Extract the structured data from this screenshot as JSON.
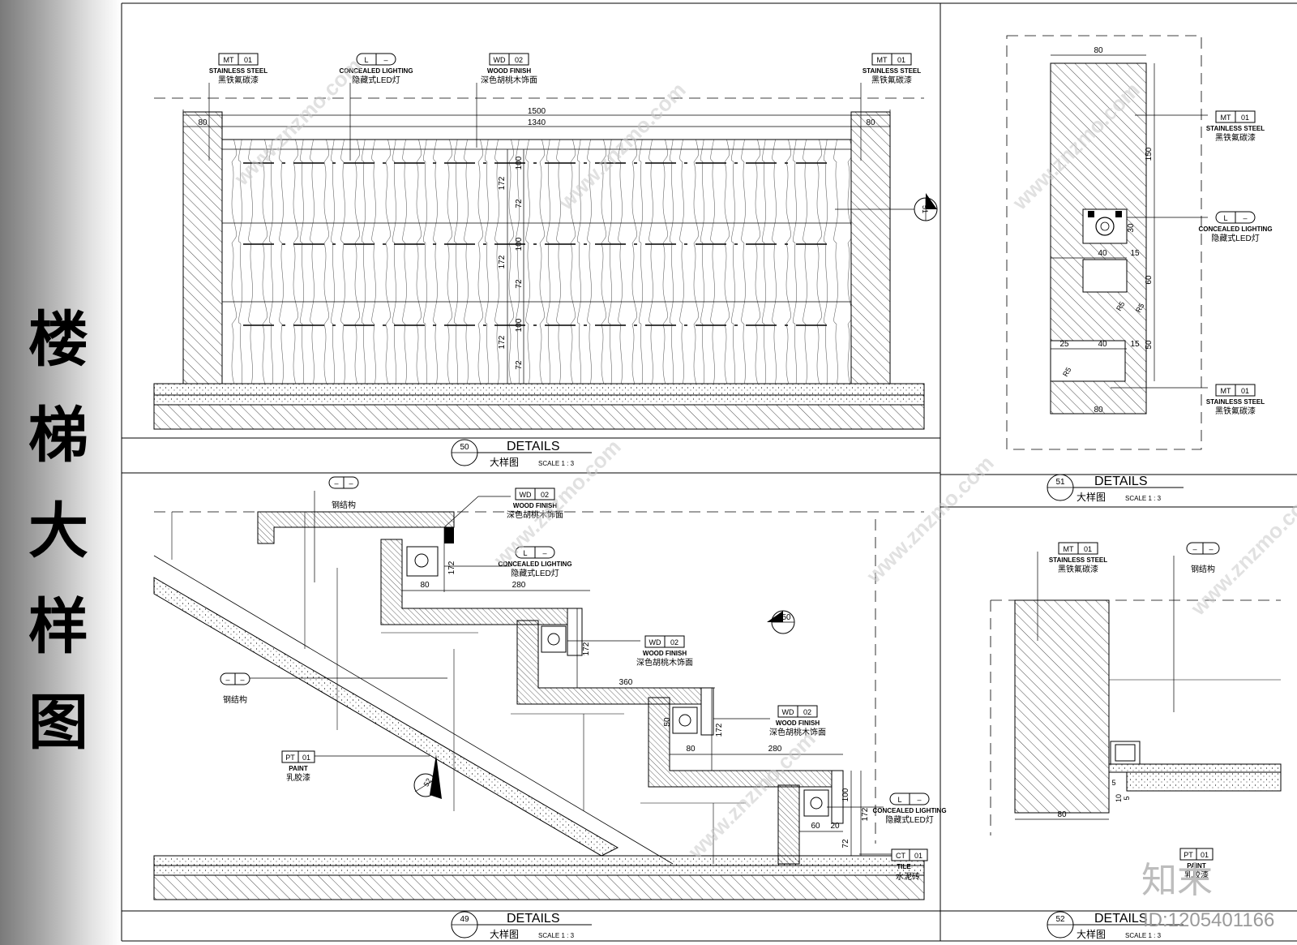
{
  "sidebar": {
    "title": "楼梯大样图"
  },
  "tags": {
    "stainless": {
      "code": "MT",
      "num": "01",
      "en": "STAINLESS STEEL",
      "cn": "黑铁氟碳漆"
    },
    "lighting": {
      "code": "L",
      "num": "–",
      "en": "CONCEALED LIGHTING",
      "cn": "隐藏式LED灯"
    },
    "wood": {
      "code": "WD",
      "num": "02",
      "en": "WOOD FINISH",
      "cn": "深色胡桃木饰面"
    },
    "paint": {
      "code": "PT",
      "num": "01",
      "en": "PAINT",
      "cn": "乳胶漆"
    },
    "tile": {
      "code": "CT",
      "num": "01",
      "en": "TILE",
      "cn": "水泥砖"
    },
    "steel": {
      "code": "–",
      "num": "–",
      "cn": "钢结构"
    }
  },
  "captions": {
    "d50": {
      "num": "50",
      "title": "DETAILS",
      "cn": "大样图",
      "scale": "SCALE 1 : 3"
    },
    "d51": {
      "num": "51",
      "title": "DETAILS",
      "cn": "大样图",
      "scale": "SCALE 1 : 3"
    },
    "d49": {
      "num": "49",
      "title": "DETAILS",
      "cn": "大样图",
      "scale": "SCALE 1 : 3"
    },
    "d52": {
      "num": "52",
      "title": "DETAILS",
      "cn": "大样图",
      "scale": "SCALE 1 : 3"
    }
  },
  "section_markers": {
    "m51": "51",
    "m50": "50",
    "m52": "52"
  },
  "dims_50": {
    "overall": "1500",
    "inner": "1340",
    "left_w": "80",
    "right_w": "80",
    "v172a": "172",
    "v172b": "172",
    "v172c": "172",
    "v100a": "100",
    "v100b": "100",
    "v100c": "100",
    "v72a": "72",
    "v72b": "72",
    "v72c": "72"
  },
  "dims_51": {
    "top_w": "80",
    "bottom_w": "80",
    "h150": "150",
    "h30": "30",
    "h60": "60",
    "h50": "50",
    "w40a": "40",
    "w15a": "15",
    "w25": "25",
    "w40b": "40",
    "w15b": "15",
    "r5a": "R5",
    "r5b": "R5",
    "r5c": "R5"
  },
  "dims_49": {
    "s1_rise": "172",
    "s1_n80": "80",
    "s1_tread": "280",
    "s2_rise": "172",
    "s2_tread": "360",
    "s3_rise": "172",
    "s3_n50": "50",
    "s3_n80": "80",
    "s3_tread": "280",
    "s4_rise": "172",
    "s4_n100": "100",
    "s4_n60": "60",
    "s4_n20": "20",
    "s4_n72": "72"
  },
  "dims_52": {
    "w80": "80",
    "n5": "5",
    "n10": "10",
    "n5b": "5"
  },
  "watermark": {
    "site": "www.znzmo.com",
    "logo": "知末",
    "id": "ID:1205401166"
  }
}
